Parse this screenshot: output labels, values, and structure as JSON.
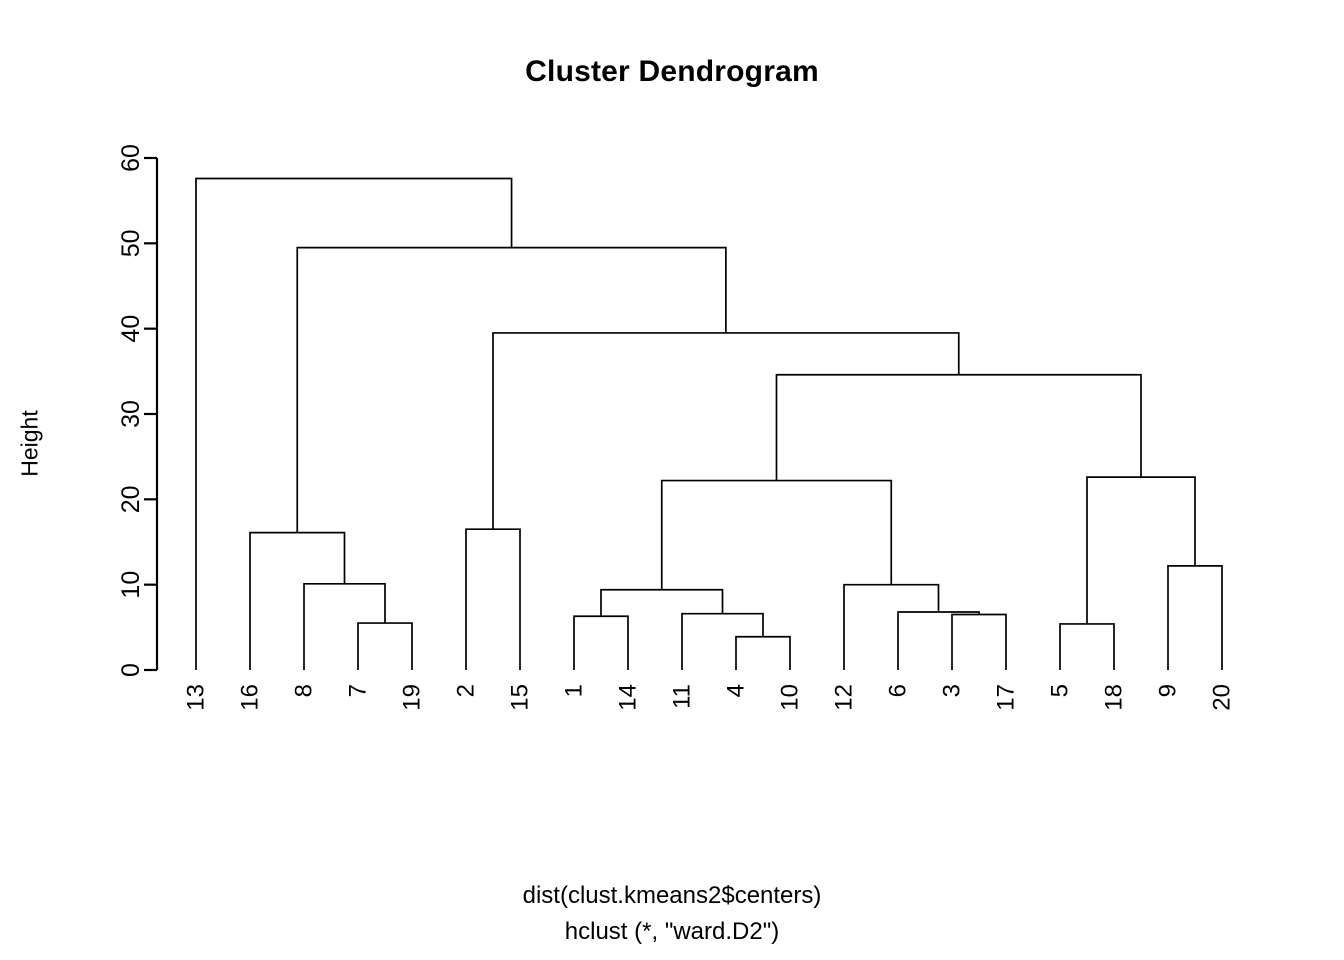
{
  "title": "Cluster Dendrogram",
  "caption": {
    "line1": "dist(clust.kmeans2$centers)",
    "line2": "hclust (*, \"ward.D2\")"
  },
  "axis": {
    "ylabel": "Height",
    "ticks": [
      "0",
      "10",
      "20",
      "30",
      "40",
      "50",
      "60"
    ]
  },
  "colors": {
    "line": "#000000",
    "background": "#ffffff",
    "text": "#000000"
  },
  "chart_data": {
    "type": "dendrogram",
    "title": "Cluster Dendrogram",
    "xlabel": "dist(clust.kmeans2$centers)",
    "sub": "hclust (*, \"ward.D2\")",
    "ylabel": "Height",
    "ylim": [
      0,
      60
    ],
    "yticks": [
      0,
      10,
      20,
      30,
      40,
      50,
      60
    ],
    "grid": false,
    "legend": false,
    "leaf_order": [
      "13",
      "16",
      "8",
      "7",
      "19",
      "2",
      "15",
      "1",
      "14",
      "11",
      "4",
      "10",
      "12",
      "6",
      "3",
      "17",
      "5",
      "18",
      "9",
      "20"
    ],
    "merges": [
      {
        "id": "m1",
        "left": "7",
        "right": "19",
        "height": 5.5
      },
      {
        "id": "m2",
        "left": "8",
        "right": "m1",
        "height": 10.1
      },
      {
        "id": "m3",
        "left": "16",
        "right": "m2",
        "height": 16.1
      },
      {
        "id": "m4",
        "left": "2",
        "right": "15",
        "height": 16.5
      },
      {
        "id": "m5",
        "left": "1",
        "right": "14",
        "height": 6.3
      },
      {
        "id": "m6",
        "left": "4",
        "right": "10",
        "height": 3.9
      },
      {
        "id": "m7",
        "left": "11",
        "right": "m6",
        "height": 6.6
      },
      {
        "id": "m8",
        "left": "m5",
        "right": "m7",
        "height": 9.4
      },
      {
        "id": "m9",
        "left": "3",
        "right": "17",
        "height": 6.5
      },
      {
        "id": "m10",
        "left": "6",
        "right": "m9",
        "height": 6.8
      },
      {
        "id": "m11",
        "left": "12",
        "right": "m10",
        "height": 10.0
      },
      {
        "id": "m12",
        "left": "m8",
        "right": "m11",
        "height": 22.2
      },
      {
        "id": "m13",
        "left": "5",
        "right": "18",
        "height": 5.4
      },
      {
        "id": "m14",
        "left": "9",
        "right": "20",
        "height": 12.2
      },
      {
        "id": "m15",
        "left": "m13",
        "right": "m14",
        "height": 22.6
      },
      {
        "id": "m16",
        "left": "m12",
        "right": "m15",
        "height": 34.6
      },
      {
        "id": "m17",
        "left": "m4",
        "right": "m16",
        "height": 39.5
      },
      {
        "id": "m18",
        "left": "m3",
        "right": "m17",
        "height": 49.5
      },
      {
        "id": "m19",
        "left": "13",
        "right": "m18",
        "height": 57.6
      }
    ]
  }
}
